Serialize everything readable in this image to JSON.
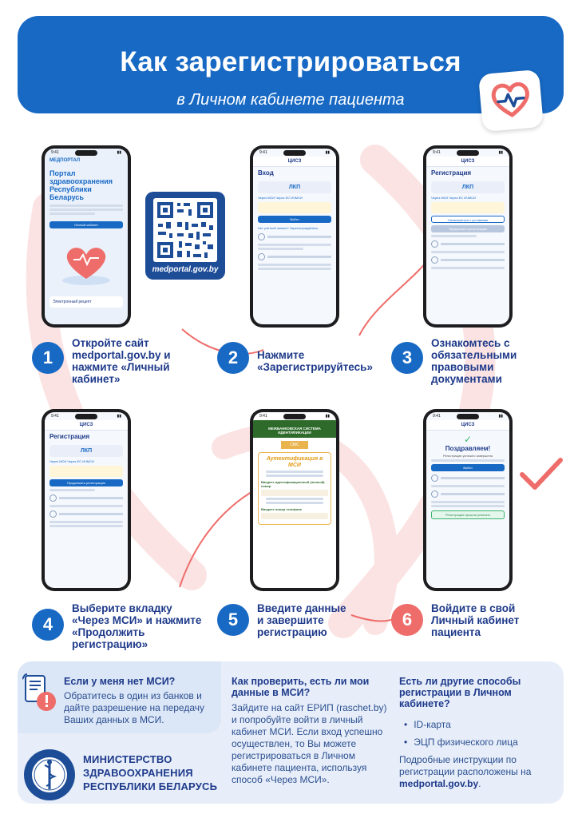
{
  "header": {
    "title": "Как зарегистрироваться",
    "subtitle": "в Личном кабинете пациента"
  },
  "qr": {
    "url_label": "medportal.gov.by"
  },
  "phones": {
    "p1": {
      "brand": "МЕДПОРТАЛ",
      "headline": "Портал здравоохранения Республики Беларусь",
      "button": "Личный кабинет",
      "footer": "Электронный рецепт"
    },
    "p2": {
      "brand": "ЦИСЗ",
      "title": "Вход",
      "chip": "ЛКП",
      "tabs": "Через МСИ   Через ЕС ИЧМСИ",
      "button": "Войти",
      "link": "Нет учётной записи? Зарегистрируйтесь"
    },
    "p3": {
      "brand": "ЦИСЗ",
      "title": "Регистрация",
      "chip": "ЛКП",
      "tabs": "Через МСИ   Через ЕС ИЧМСИ",
      "button": "Ознакомиться с условиями",
      "button2": "Продолжить регистрацию"
    },
    "p4": {
      "brand": "ЦИСЗ",
      "title": "Регистрация",
      "chip": "ЛКП",
      "tabs": "Через МСИ   Через ЕС ИЧМСИ",
      "button": "Продолжить регистрацию"
    },
    "p5": {
      "brand": "МЕЖБАНКОВСКАЯ СИСТЕМА ИДЕНТИФИКАЦИИ",
      "tab": "СМС",
      "headline": "Аутентификация в МСИ",
      "field": "Введите идентификационный (личный) номер",
      "field2": "Введите номер телефона"
    },
    "p6": {
      "brand": "ЦИСЗ",
      "headline": "Поздравляем!",
      "text": "Регистрация успешно завершена",
      "button": "Войти",
      "badge": "Регистрация прошла успешно"
    }
  },
  "steps": [
    {
      "num": "1",
      "text": "Откройте сайт medportal.gov.by и нажмите «Личный кабинет»"
    },
    {
      "num": "2",
      "text": "Нажмите «Зарегистрируйтесь»"
    },
    {
      "num": "3",
      "text": "Ознакомтесь с обязательными правовыми документами"
    },
    {
      "num": "4",
      "text": "Выберите вкладку «Через МСИ» и нажмите «Продолжить регистрацию»"
    },
    {
      "num": "5",
      "text": "Введите данные и завершите регистрацию"
    },
    {
      "num": "6",
      "text": "Войдите в свой Личный кабинет пациента"
    }
  ],
  "info": {
    "q1_title": "Если у меня нет МСИ?",
    "q1_text": "Обратитесь в один из банков и дайте разрешение на передачу Ваших данных в МСИ.",
    "q2_title": "Как проверить, есть ли мои данные в МСИ?",
    "q2_text": "Зайдите на сайт ЕРИП (raschet.by) и попробуйте войти в личный кабинет МСИ. Если вход успешно осуществлен, то Вы можете регистрироваться в Личном кабинете пациента, используя способ «Через МСИ».",
    "q3_title": "Есть ли другие способы регистрации в Личном кабинете?",
    "q3_items": [
      "ID-карта",
      "ЭЦП физического лица"
    ],
    "q3_text_pre": "Подробные инструкции по регистрации расположены на ",
    "q3_link": "medportal.gov.by",
    "q3_text_post": "."
  },
  "ministry": {
    "line1": "МИНИСТЕРСТВО",
    "line2": "ЗДРАВООХРАНЕНИЯ",
    "line3": "РЕСПУБЛИКИ БЕЛАРУСЬ"
  },
  "colors": {
    "primary": "#1769c4",
    "dark": "#1e3a8a",
    "accent": "#ee6d6a",
    "panel": "#e7eefa"
  }
}
